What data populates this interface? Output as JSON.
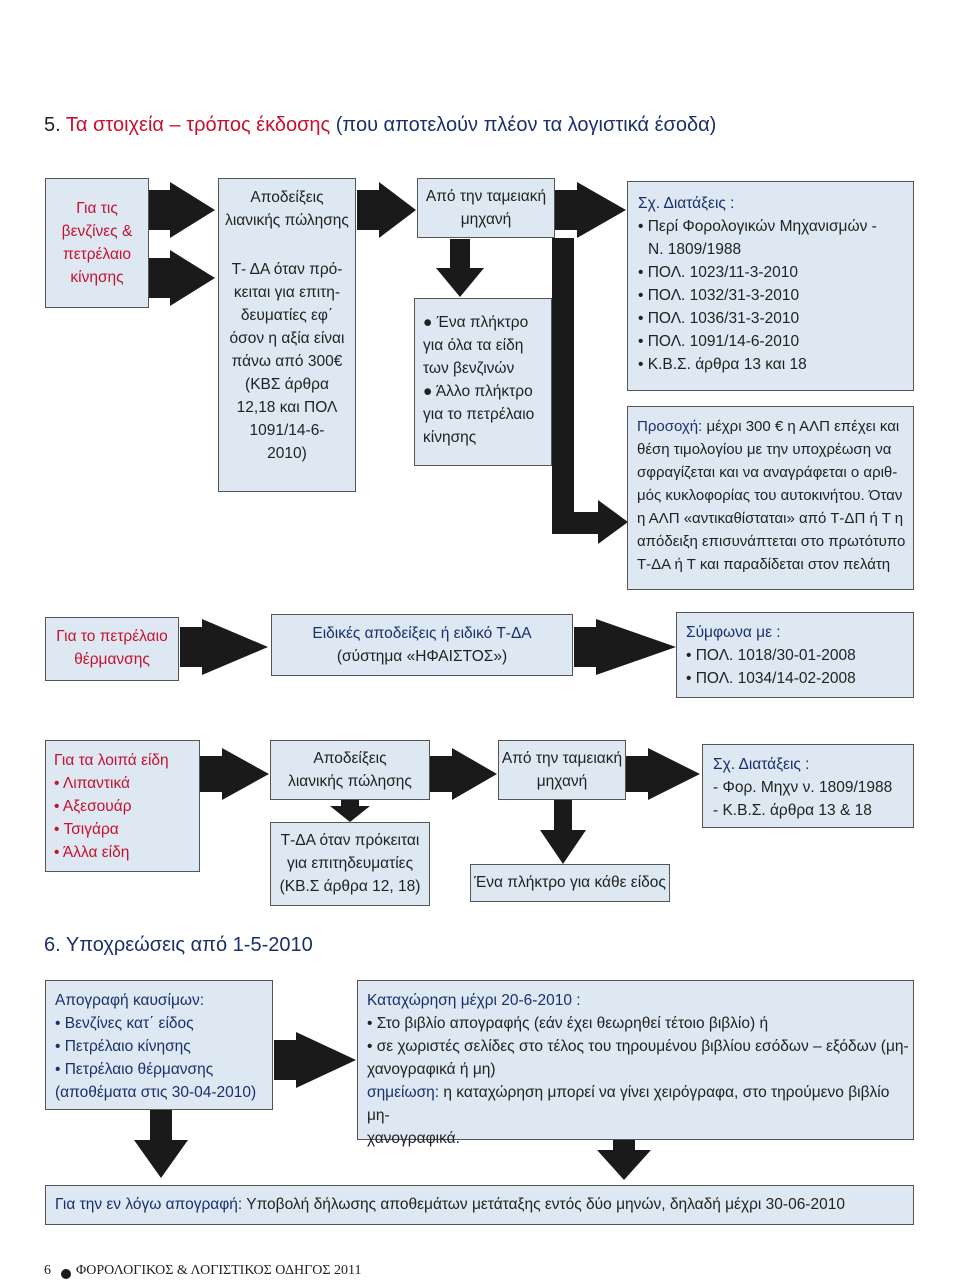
{
  "section5": {
    "num": "5.",
    "title": "Τα στοιχεία – τρόπος έκδοσης",
    "subtitle": "(που αποτελούν πλέον τα λογιστικά έσοδα)"
  },
  "fuel": {
    "label": [
      "Για τις",
      "βενζίνες &",
      "πετρέλαιο",
      "κίνησης"
    ],
    "receipts": [
      "Αποδείξεις",
      "λιανικής πώλησης"
    ],
    "invoice": [
      "Τ- ΔΑ όταν πρό-",
      "κειται για επιτη-",
      "δευματίες εφ΄",
      "όσον η αξία είναι",
      "πάνω από 300€",
      "(ΚΒΣ άρθρα",
      "12,18 και ΠΟΛ",
      "1091/14-6-",
      "2010)"
    ],
    "register": [
      "Από την ταμειακή",
      "μηχανή"
    ],
    "keys": [
      "Ένα πλήκτρο",
      "για όλα τα είδη",
      "των βενζινών",
      "Άλλο πλήκτρο",
      "για το πετρέλαιο",
      "κίνησης"
    ],
    "provisions_title": "Σχ. Διατάξεις :",
    "provisions": [
      "Περί Φορολογικών Μηχανισμών -",
      "Ν. 1809/1988",
      "ΠΟΛ. 1023/11-3-2010",
      "ΠΟΛ. 1032/31-3-2010",
      "ΠΟΛ. 1036/31-3-2010",
      "ΠΟΛ. 1091/14-6-2010",
      "Κ.Β.Σ. άρθρα 13 και 18"
    ],
    "attention_label": "Προσοχή:",
    "attention_lines": [
      " μέχρι 300 € η ΑΛΠ επέχει και",
      "θέση τιμολογίου με την υποχρέωση να",
      "σφραγίζεται και να αναγράφεται ο αριθ-",
      "μός κυκλοφορίας του αυτοκινήτου. Όταν",
      "η ΑΛΠ «αντικαθίσταται» από Τ-ΔΠ ή Τ η",
      "απόδειξη επισυνάπτεται στο πρωτότυπο",
      "Τ-ΔΑ ή Τ και παραδίδεται στον πελάτη"
    ]
  },
  "heating": {
    "label": [
      "Για το πετρέλαιο",
      "θέρμανσης"
    ],
    "special": [
      "Ειδικές αποδείξεις ή ειδικό Τ-ΔΑ",
      "(σύστημα «ΗΦΑΙΣΤΟΣ»)"
    ],
    "according_title": "Σύμφωνα με :",
    "according": [
      "ΠΟΛ. 1018/30-01-2008",
      "ΠΟΛ. 1034/14-02-2008"
    ]
  },
  "other": {
    "title": "Για τα λοιπά είδη",
    "items": [
      "Λιπαντικά",
      "Αξεσουάρ",
      "Τσιγάρα",
      "Άλλα είδη"
    ],
    "receipts": [
      "Αποδείξεις",
      "λιανικής πώλησης"
    ],
    "invoice": [
      "Τ-ΔΑ όταν πρόκειται",
      "για επιτηδευματίες",
      "(ΚΒ.Σ άρθρα 12, 18)"
    ],
    "register": [
      "Από την ταμειακή",
      "μηχανή"
    ],
    "key": "Ένα πλήκτρο για κάθε είδος",
    "provisions_title": "Σχ. Διατάξεις :",
    "provisions": [
      "- Φορ. Μηχν ν. 1809/1988",
      "- Κ.Β.Σ. άρθρα 13 & 18"
    ]
  },
  "section6": {
    "title": "6. Υποχρεώσεις από 1-5-2010",
    "inventory_title": "Απογραφή καυσίμων:",
    "inventory_items": [
      "Βενζίνες κατ΄ είδος",
      "Πετρέλαιο κίνησης",
      "Πετρέλαιο θέρμανσης"
    ],
    "inventory_note": "(αποθέματα στις 30-04-2010)",
    "entry_title": "Καταχώρηση μέχρι 20-6-2010 :",
    "entry_lines": [
      "Στο βιβλίο απογραφής (εάν έχει θεωρηθεί τέτοιο βιβλίο) ή",
      "σε χωριστές σελίδες στο τέλος του τηρουμένου βιβλίου εσόδων – εξόδων (μη-",
      "χανογραφικά ή μη)"
    ],
    "note_label": "σημείωση:",
    "note_lines": [
      " η καταχώρηση μπορεί να γίνει χειρόγραφα,  στο τηρούμενο βιβλίο μη-",
      "χανογραφικά."
    ],
    "declaration_label": "Για την εν λόγω απογραφή:",
    "declaration_text": " Υποβολή δήλωσης αποθεμάτων μετάταξης εντός δύο μηνών, δηλαδή μέχρι 30-06-2010"
  },
  "footer": {
    "page": "6",
    "title": "ΦΟΡΟΛΟΓΙΚΟΣ & ΛΟΓΙΣΤΙΚΟΣ ΟΔΗΓΟΣ 2011"
  },
  "colors": {
    "accent": "#c8102e",
    "navy": "#1b2f6e",
    "box": "#dde8f3"
  }
}
